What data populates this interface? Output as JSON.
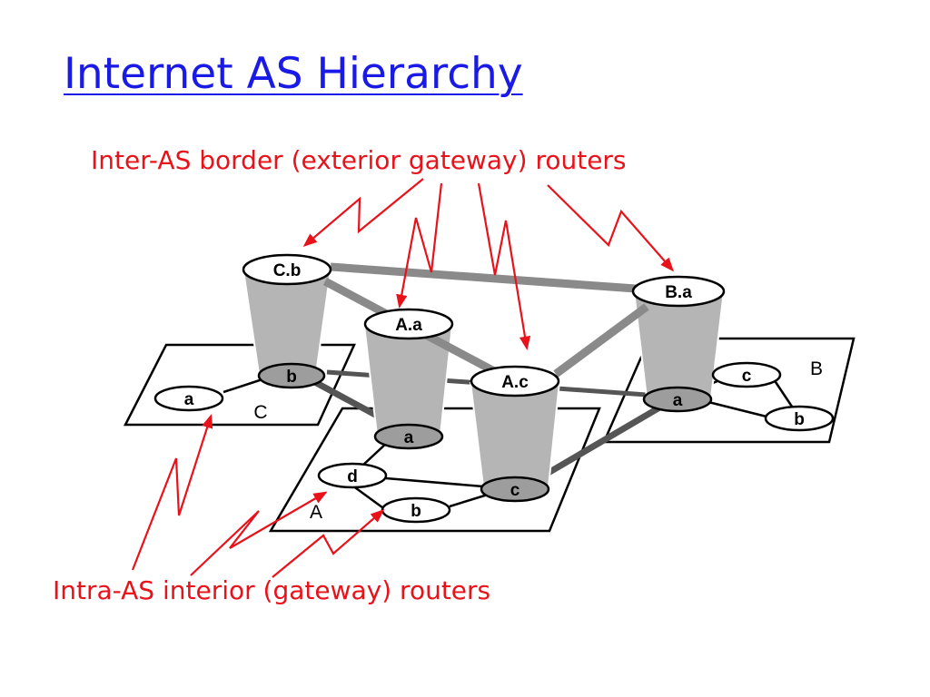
{
  "slide": {
    "title": "Internet AS Hierarchy",
    "top_callout": "Inter-AS border (exterior gateway) routers",
    "bottom_callout": "Intra-AS interior (gateway) routers"
  },
  "diagram": {
    "as_labels": {
      "A": "A",
      "B": "B",
      "C": "C"
    },
    "routers": {
      "Cb_top": "C.b",
      "Aa_top": "A.a",
      "Ac_top": "A.c",
      "Ba_top": "B.a",
      "Cb_bottom": "b",
      "Ca": "a",
      "Aa_bottom": "a",
      "Ad": "d",
      "Ab": "b",
      "Ac_bottom": "c",
      "Ba_bottom": "a",
      "Bc": "c",
      "Bb": "b"
    },
    "colors": {
      "title": "#1a1ae6",
      "callout": "#e8121b",
      "gateway_fill": "#b5b5b5",
      "inter_link": "#8a8a8a",
      "intra_as_link": "#555555"
    }
  }
}
